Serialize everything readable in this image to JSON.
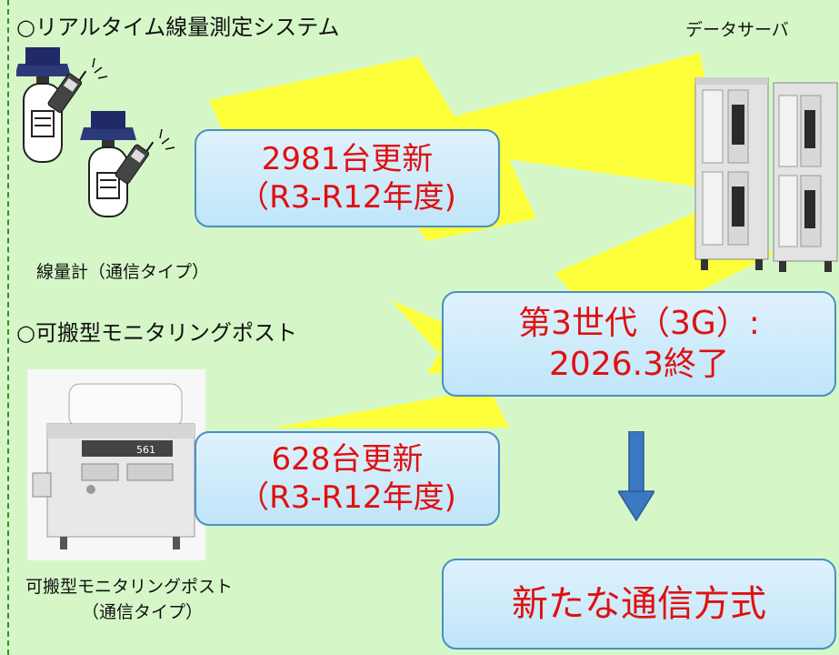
{
  "section_realtime": "○リアルタイム線量測定システム",
  "section_portable": "○可搬型モニタリングポスト",
  "server_label": "データサーバ",
  "dosimeter_label": "線量計（通信タイプ）",
  "portable_caption_line1": "可搬型モニタリングポスト",
  "portable_caption_line2": "（通信タイプ）",
  "callout_dosimeter": {
    "line1": "2981台更新",
    "line2": "（R3-R12年度)"
  },
  "callout_portable": {
    "line1": "628台更新",
    "line2": "（R3-R12年度)"
  },
  "callout_3g": {
    "line1": "第3世代（3G）:",
    "line2": "2026.3終了"
  },
  "callout_new": {
    "line1": "新たな通信方式"
  },
  "device_panel_text": "561",
  "colors": {
    "background": "#d5f7c8",
    "callout_text": "#e01010",
    "callout_border": "#4a8fc4",
    "lightning": "#ffff33",
    "arrow": "#3b78c2"
  }
}
